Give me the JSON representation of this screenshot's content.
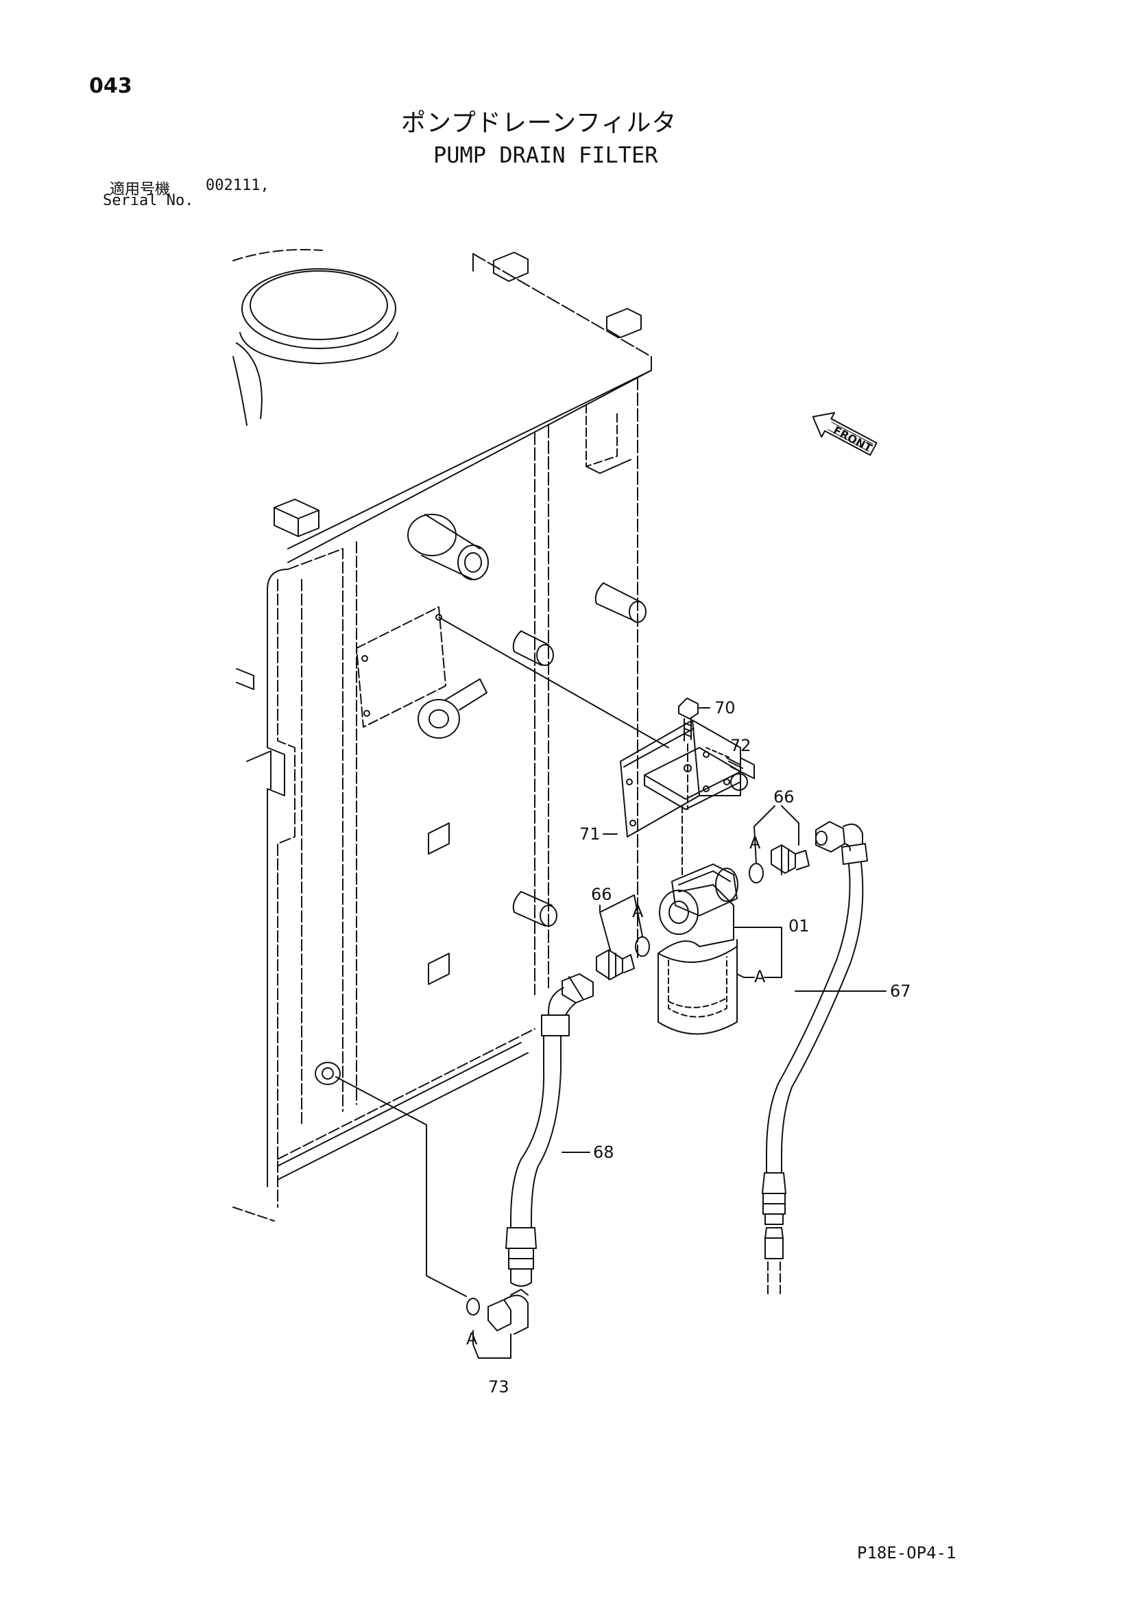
{
  "page_number": "043",
  "title_jp": "ポンプドレーンフィルタ",
  "title_en": "PUMP DRAIN FILTER",
  "serial": {
    "label_jp": "適用号機",
    "label_en": "Serial No.",
    "value": "002111,"
  },
  "front_label": "FRONT",
  "doc_code": "P18E-OP4-1",
  "callouts": {
    "p70": "70",
    "p72": "72",
    "p66a": "66",
    "p71": "71",
    "p66b": "66",
    "p01": "01",
    "p67": "67",
    "p68": "68",
    "p73": "73",
    "a1": "A",
    "a2": "A",
    "a3": "A",
    "a4": "A"
  }
}
